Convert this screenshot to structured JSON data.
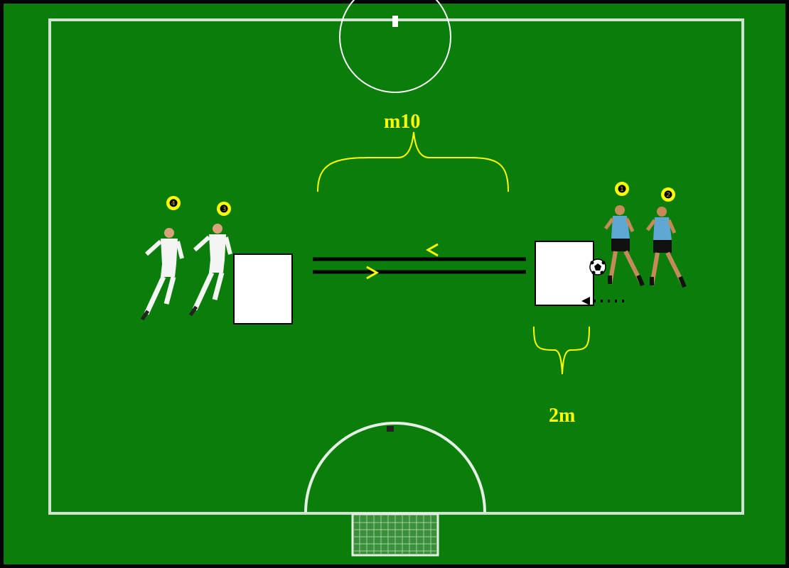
{
  "colors": {
    "pitch": "#0a7d0a",
    "pitch_border": "#000000",
    "lines": "#d8e8d8",
    "annotation": "#ffff00",
    "team_right_jersey": "#5fa8d3",
    "team_left_jersey": "#f4f4f4",
    "cone_box": "#ffffff"
  },
  "labels": {
    "distance_between_boxes": "m10",
    "box_width": "2m"
  },
  "players": [
    {
      "number": "❶",
      "team": "right"
    },
    {
      "number": "❷",
      "team": "right"
    },
    {
      "number": "❸",
      "team": "left"
    },
    {
      "number": "❹",
      "team": "left"
    }
  ],
  "icons": [
    "soccer-ball-icon",
    "arrow-left-icon",
    "arrow-right-icon",
    "dotted-arrow-icon",
    "player-icon"
  ]
}
